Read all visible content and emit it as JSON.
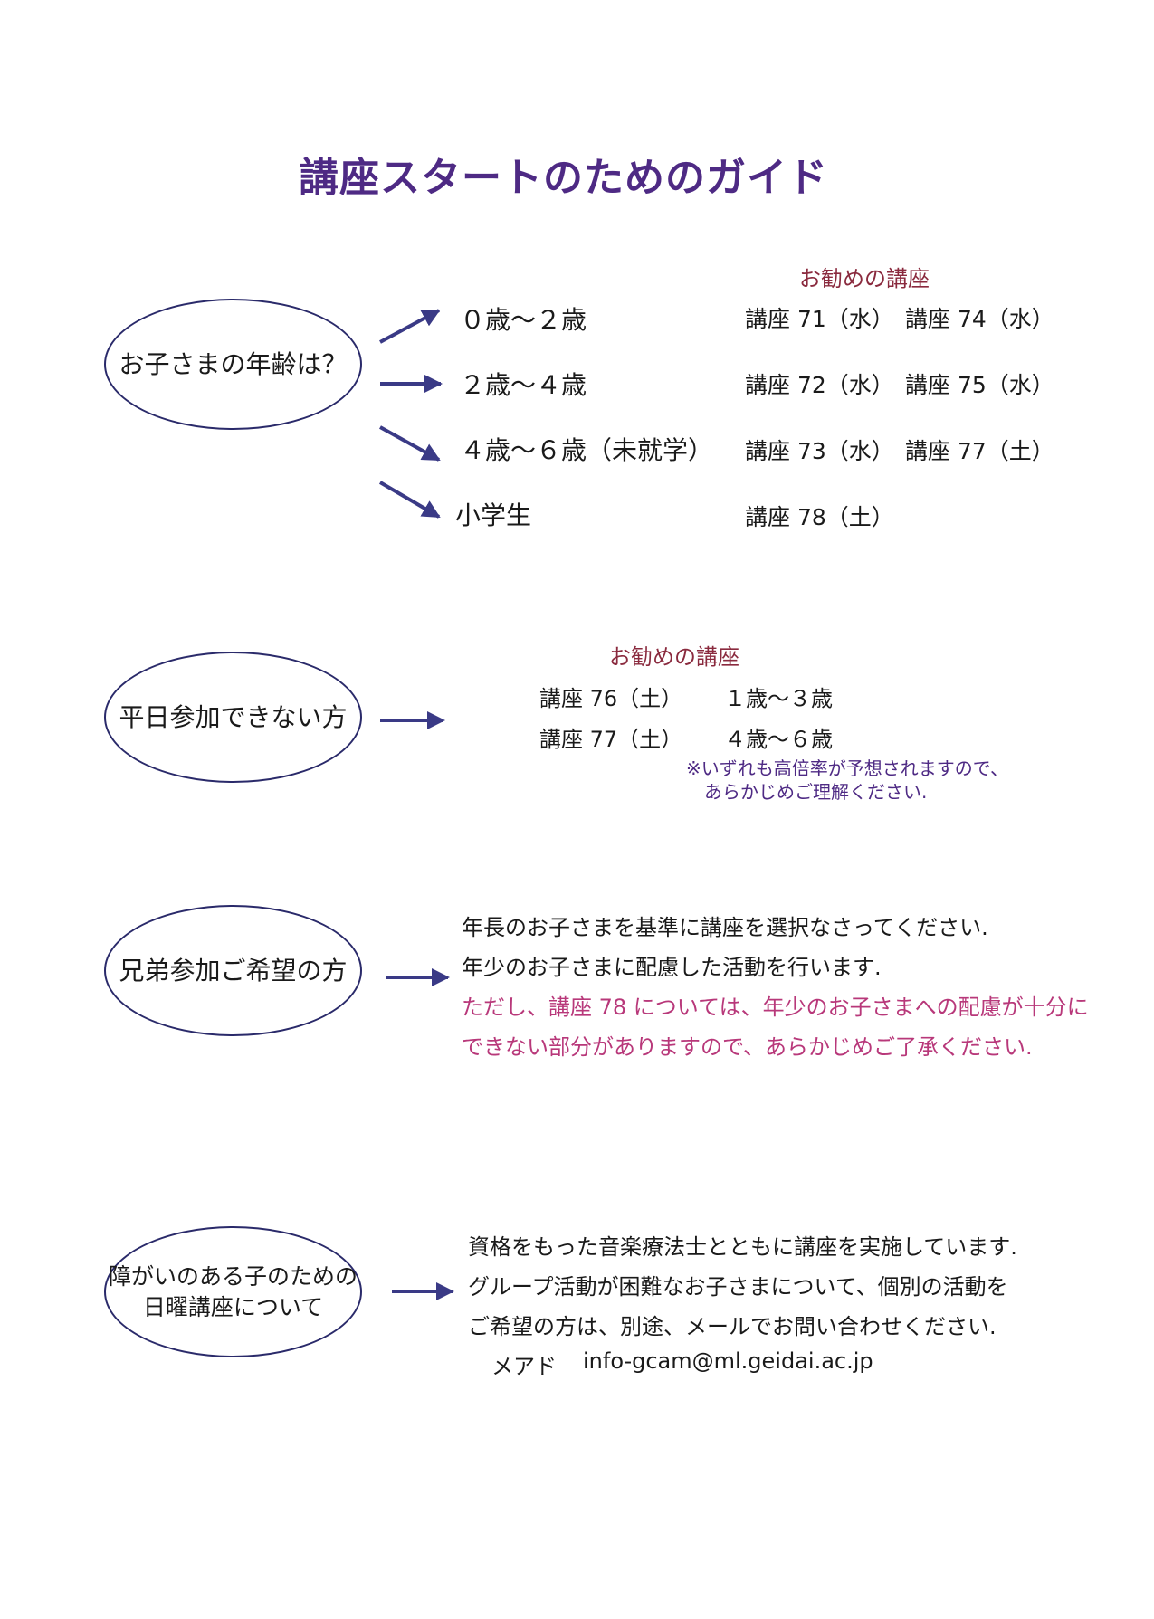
{
  "title": "講座スタートのためのガイド",
  "colors": {
    "title": "#4e2a84",
    "recommend": "#8a2a3e",
    "note": "#4e2a84",
    "warning": "#b8387a",
    "text": "#1a1a1a",
    "oval_border": "#2a2a6a",
    "arrow": "#3a3a86"
  },
  "section_age": {
    "question": "お子さまの年齢は？",
    "recommend_label": "お勧めの講座",
    "rows": [
      {
        "age": "０歳～２歳",
        "courses": [
          "講座 71（水）",
          "講座 74（水）"
        ]
      },
      {
        "age": "２歳～４歳",
        "courses": [
          "講座 72（水）",
          "講座 75（水）"
        ]
      },
      {
        "age": "４歳～６歳（未就学）",
        "courses": [
          "講座 73（水）",
          "講座 77（土）"
        ]
      },
      {
        "age": "小学生",
        "courses": [
          "講座 78（土）"
        ]
      }
    ]
  },
  "section_weekday": {
    "question": "平日参加できない方",
    "recommend_label": "お勧めの講座",
    "rows": [
      {
        "course": "講座 76（土）",
        "age": "１歳～３歳"
      },
      {
        "course": "講座 77（土）",
        "age": "４歳～６歳"
      }
    ],
    "note_lines": [
      "※いずれも高倍率が予想されますので、",
      "あらかじめご理解ください."
    ]
  },
  "section_siblings": {
    "question": "兄弟参加ご希望の方",
    "lines": [
      "年長のお子さまを基準に講座を選択なさってください.",
      "年少のお子さまに配慮した活動を行います."
    ],
    "warning_lines": [
      "ただし、講座 78 については、年少のお子さまへの配慮が十分に",
      "できない部分がありますので、あらかじめご了承ください."
    ]
  },
  "section_special": {
    "question_lines": [
      "障がいのある子のための",
      "日曜講座について"
    ],
    "lines": [
      "資格をもった音楽療法士とともに講座を実施しています.",
      "グループ活動が困難なお子さまについて、個別の活動を",
      "ご希望の方は、別途、メールでお問い合わせください."
    ],
    "email_label": "メアド",
    "email": "info-gcam@ml.geidai.ac.jp"
  }
}
